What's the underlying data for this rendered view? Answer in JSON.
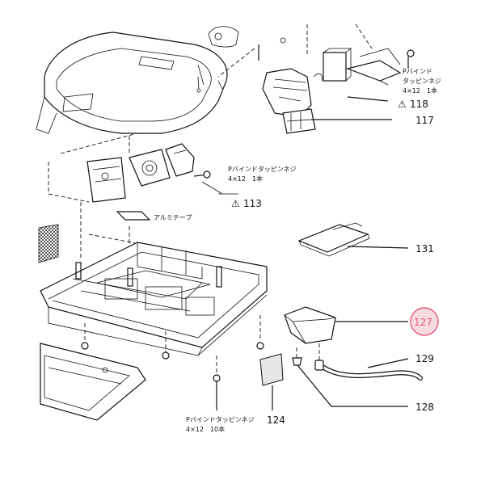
{
  "parts": {
    "p118": {
      "num": "118",
      "warn": "⚠"
    },
    "p117": {
      "num": "117"
    },
    "p113": {
      "num": "113",
      "warn": "⚠"
    },
    "p131": {
      "num": "131"
    },
    "p127": {
      "num": "127"
    },
    "p129": {
      "num": "129"
    },
    "p128": {
      "num": "128"
    },
    "p124": {
      "num": "124"
    }
  },
  "notes": {
    "screw_top_right": {
      "line1": "Pバインド",
      "line2": "タッピンネジ",
      "line3": "4×12　1本"
    },
    "screw_mid": {
      "line1": "Pバインドタッピンネジ",
      "line2": "4×12　1本"
    },
    "screw_bottom": {
      "line1": "Pバインドタッピンネジ",
      "line2": "4×12　10本"
    },
    "tape": "アルミテープ"
  },
  "colors": {
    "highlight": "#e05a7a",
    "highlight_fill": "#f8dbe2"
  }
}
